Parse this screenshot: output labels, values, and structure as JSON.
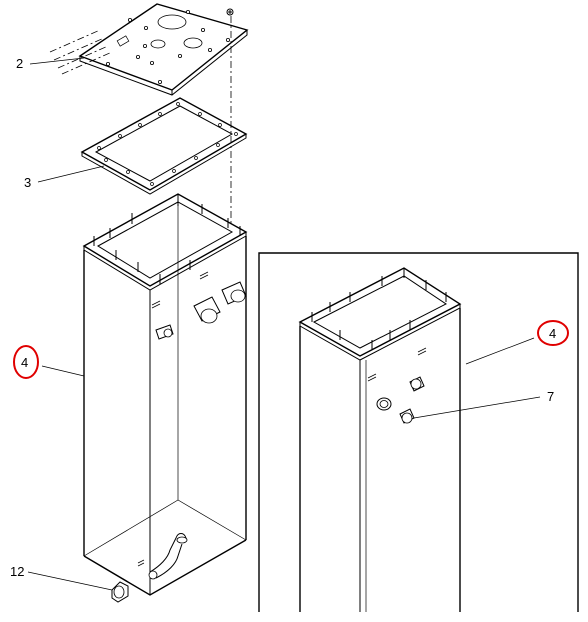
{
  "figure": {
    "callouts": [
      {
        "id": "c2",
        "label": "2",
        "highlighted": false
      },
      {
        "id": "c3",
        "label": "3",
        "highlighted": false
      },
      {
        "id": "c4-main",
        "label": "4",
        "highlighted": true
      },
      {
        "id": "c12",
        "label": "12",
        "highlighted": false
      },
      {
        "id": "c4-detail",
        "label": "4",
        "highlighted": true
      },
      {
        "id": "c7",
        "label": "7",
        "highlighted": false
      }
    ],
    "highlight_color": "#e00000",
    "line_color": "#000000"
  }
}
